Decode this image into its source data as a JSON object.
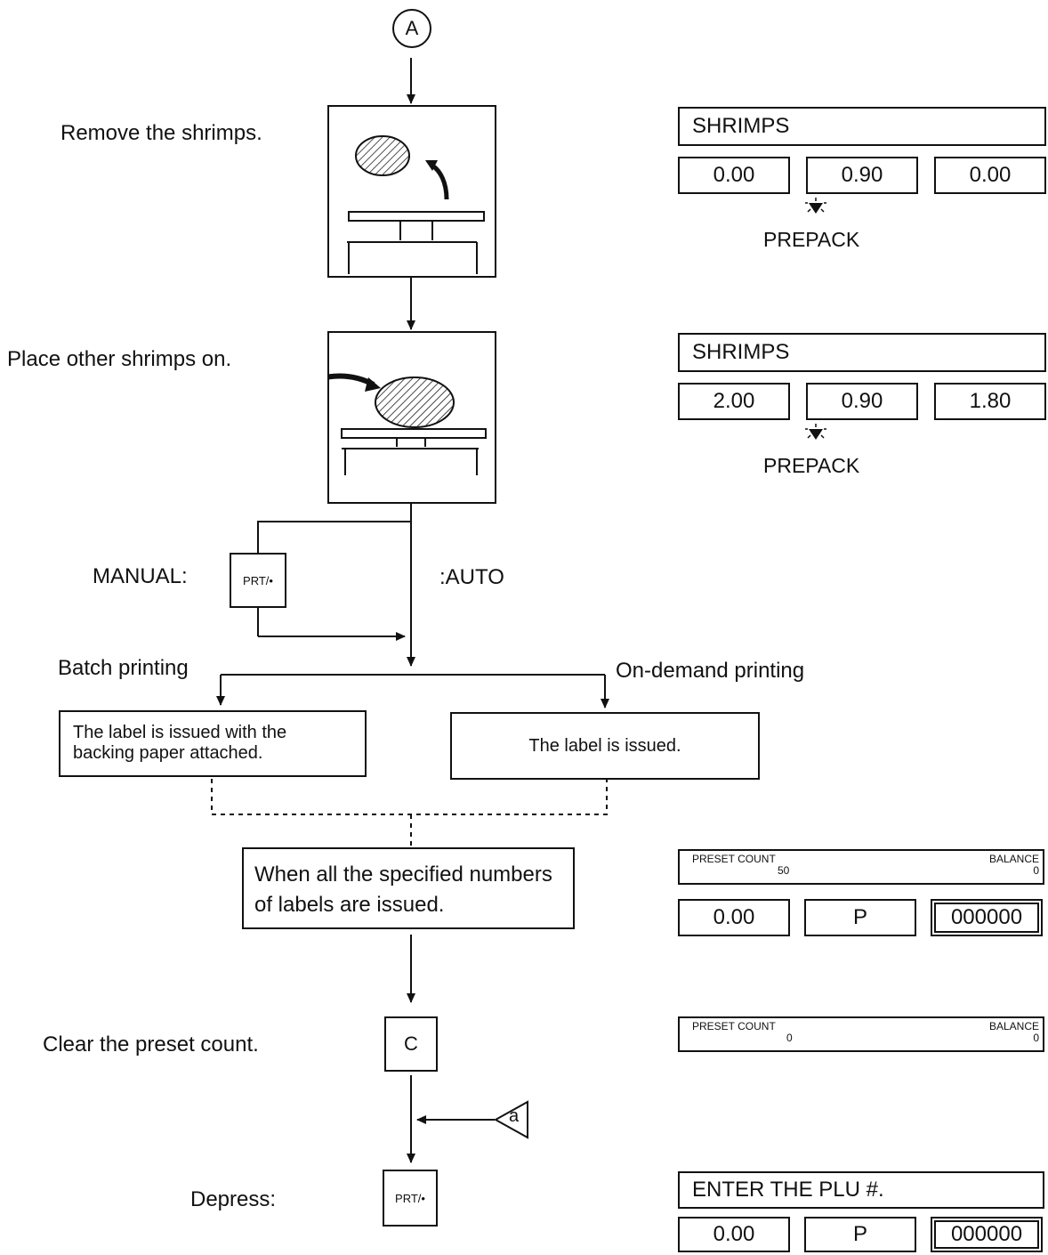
{
  "connector_top": "A",
  "connector_side": "a",
  "steps": {
    "remove": "Remove the shrimps.",
    "place": "Place other shrimps on.",
    "manual": "MANUAL:",
    "auto": ":AUTO",
    "batch": "Batch printing",
    "on_demand": "On-demand printing",
    "clear": "Clear the preset count.",
    "depress": "Depress:"
  },
  "keys": {
    "prt1": "PRT/•",
    "c": "C",
    "prt2": "PRT/•"
  },
  "boxes": {
    "batch_text": "The label is issued with the backing paper attached.",
    "on_demand_text": "The label is issued.",
    "all_issued": "When all the specified numbers of labels are issued."
  },
  "displays": {
    "d1": {
      "title": "SHRIMPS",
      "cells": [
        "0.00",
        "0.90",
        "0.00"
      ],
      "indicator": "PREPACK"
    },
    "d2": {
      "title": "SHRIMPS",
      "cells": [
        "2.00",
        "0.90",
        "1.80"
      ],
      "indicator": "PREPACK"
    },
    "d3": {
      "preset_label": "PRESET COUNT",
      "preset_value": "50",
      "balance_label": "BALANCE",
      "balance_value": "0",
      "cells": [
        "0.00",
        "P",
        "000000"
      ]
    },
    "d4": {
      "preset_label": "PRESET COUNT",
      "preset_value": "0",
      "balance_label": "BALANCE",
      "balance_value": "0"
    },
    "d5": {
      "title": "ENTER THE PLU #.",
      "cells": [
        "0.00",
        "P",
        "000000"
      ]
    }
  }
}
